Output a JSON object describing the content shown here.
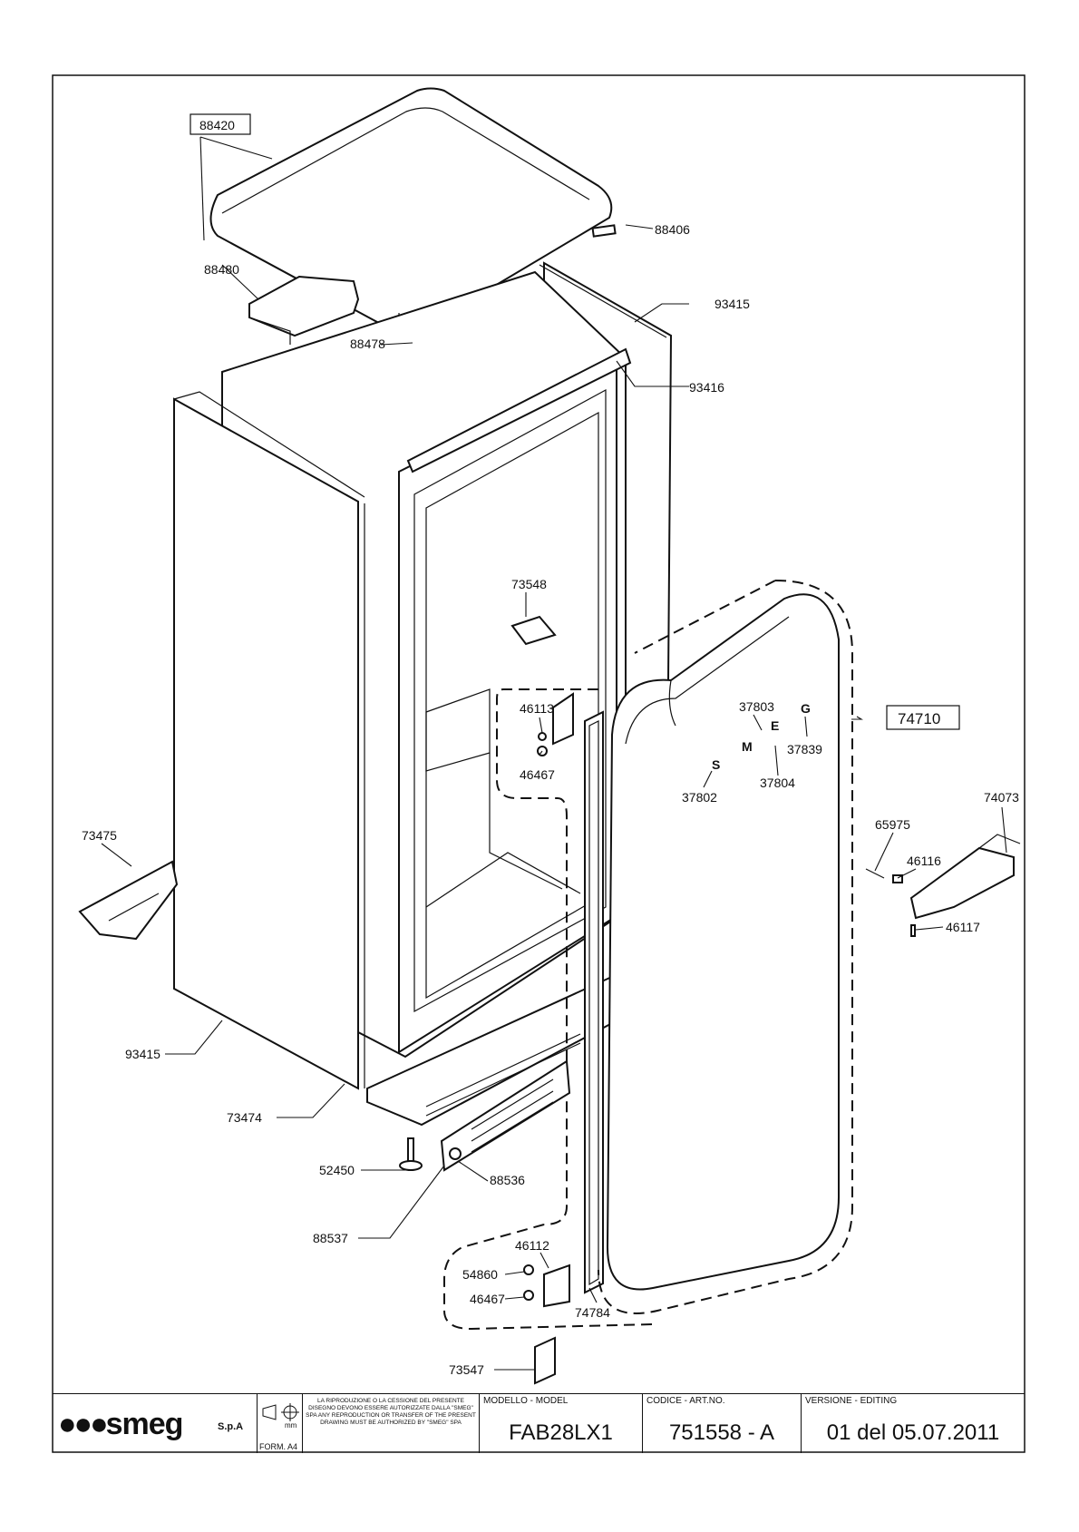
{
  "parts": {
    "p88420": "88420",
    "p88406": "88406",
    "p88480": "88480",
    "p93415a": "93415",
    "p88478": "88478",
    "p93416": "93416",
    "p73548": "73548",
    "p74710": "74710",
    "p46113": "46113",
    "p37803": "37803",
    "p37839": "37839",
    "p46467a": "46467",
    "p37802": "37802",
    "p37804": "37804",
    "p74073": "74073",
    "p73475": "73475",
    "p65975": "65975",
    "p46116": "46116",
    "p46117": "46117",
    "p93415b": "93415",
    "p73474": "73474",
    "p52450": "52450",
    "p88536": "88536",
    "p88537": "88537",
    "p46112": "46112",
    "p54860": "54860",
    "p46467b": "46467",
    "p74784": "74784",
    "p73547": "73547"
  },
  "title_block": {
    "brand": "smeg",
    "brand_suffix": "S.p.A",
    "form": "FORM. A4",
    "unit": "mm",
    "notice": "LA RIPRODUZIONE O LA CESSIONE DEL PRESENTE DISEGNO DEVONO ESSERE AUTORIZZATE DALLA \"SMEG\" SPA ANY REPRODUCTION OR TRANSFER OF THE PRESENT DRAWING MUST BE AUTHORIZED BY \"SMEG\" SPA",
    "model_caption": "MODELLO - MODEL",
    "model_value": "FAB28LX1",
    "code_caption": "CODICE - ART.NO.",
    "code_value": "751558 - A",
    "version_caption": "VERSIONE - EDITING",
    "version_value": "01 del 05.07.2011"
  },
  "door_letters": [
    "S",
    "M",
    "E",
    "G"
  ]
}
